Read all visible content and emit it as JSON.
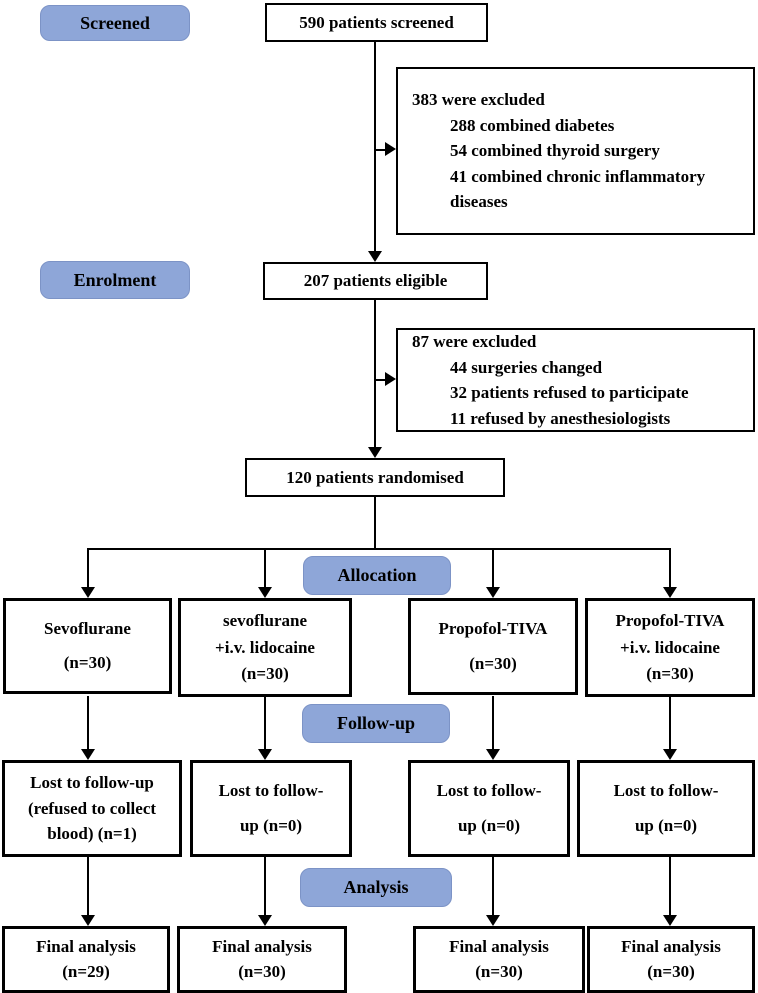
{
  "labels": {
    "screened": "Screened",
    "enrolment": "Enrolment",
    "allocation": "Allocation",
    "followup": "Follow-up",
    "analysis": "Analysis"
  },
  "flow": {
    "screened": "590 patients screened",
    "excluded_screening": {
      "title": "383 were excluded",
      "reasons": [
        "288 combined diabetes",
        "54 combined thyroid surgery",
        "41 combined chronic inflammatory diseases"
      ]
    },
    "eligible": "207 patients eligible",
    "excluded_enrolment": {
      "title": "87 were excluded",
      "reasons": [
        "44 surgeries changed",
        "32 patients refused to participate",
        "11 refused by anesthesiologists"
      ]
    },
    "randomised": "120 patients randomised",
    "groups": [
      {
        "lines": [
          "Sevoflurane",
          "(n=30)"
        ]
      },
      {
        "lines": [
          "sevoflurane",
          "+i.v. lidocaine",
          "(n=30)"
        ]
      },
      {
        "lines": [
          "Propofol-TIVA",
          "(n=30)"
        ]
      },
      {
        "lines": [
          "Propofol-TIVA",
          "+i.v. lidocaine",
          "(n=30)"
        ]
      }
    ],
    "lost": [
      {
        "lines": [
          "Lost to follow-up",
          "(refused to collect",
          "blood) (n=1)"
        ]
      },
      {
        "lines": [
          "Lost to follow-",
          "up (n=0)"
        ]
      },
      {
        "lines": [
          "Lost to follow-",
          "up (n=0)"
        ]
      },
      {
        "lines": [
          "Lost to follow-",
          "up (n=0)"
        ]
      }
    ],
    "final": [
      {
        "lines": [
          "Final analysis",
          "(n=29)"
        ]
      },
      {
        "lines": [
          "Final analysis",
          "(n=30)"
        ]
      },
      {
        "lines": [
          "Final analysis",
          "(n=30)"
        ]
      },
      {
        "lines": [
          "Final analysis",
          "(n=30)"
        ]
      }
    ]
  },
  "colors": {
    "stage_label_bg": "#8EA6D8",
    "stage_label_border": "#7C93C6",
    "box_border": "#000000",
    "line": "#000000",
    "text": "#000000",
    "background": "#FFFFFF"
  }
}
